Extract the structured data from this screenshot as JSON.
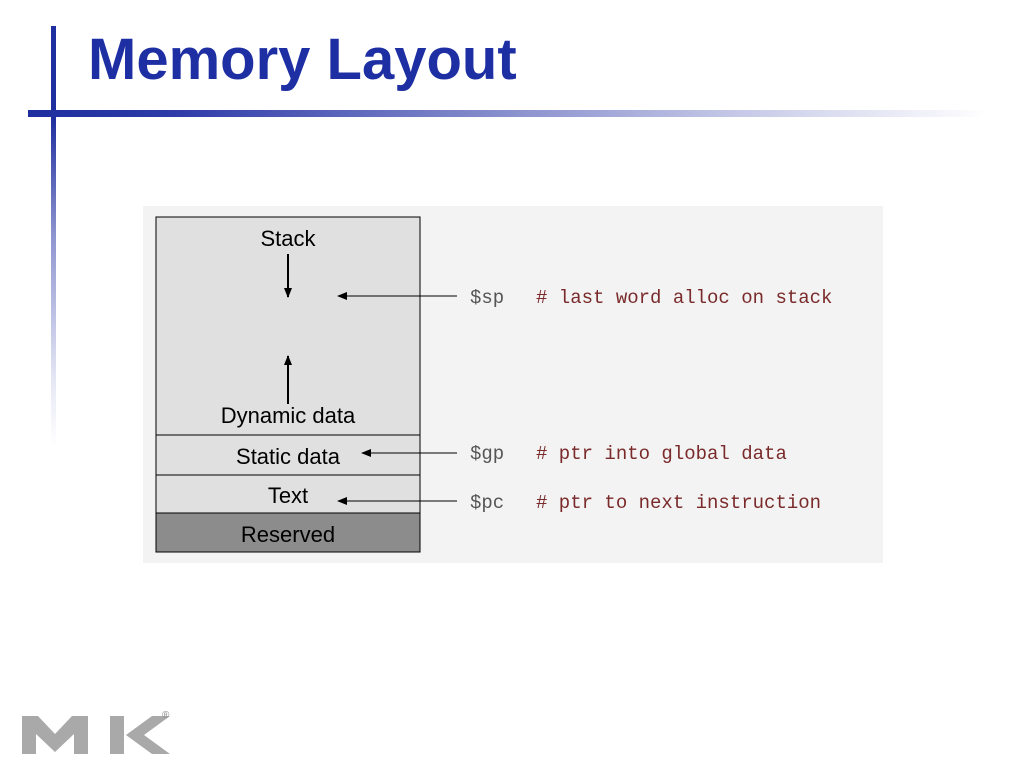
{
  "slide": {
    "title": "Memory Layout"
  },
  "memory_map": {
    "segments": [
      {
        "label": "Stack",
        "fill": "#e0e0e0"
      },
      {
        "label": "Dynamic data",
        "fill": "#e0e0e0"
      },
      {
        "label": "Static data",
        "fill": "#e0e0e0"
      },
      {
        "label": "Text",
        "fill": "#e0e0e0"
      },
      {
        "label": "Reserved",
        "fill": "#8c8c8c"
      }
    ],
    "registers": [
      {
        "name": "$sp",
        "comment": "# last word alloc on stack"
      },
      {
        "name": "$gp",
        "comment": "# ptr into global data"
      },
      {
        "name": "$pc",
        "comment": "# ptr to next instruction"
      }
    ]
  },
  "colors": {
    "title": "#1d2fa3",
    "accent": "#1f2f9f",
    "register_name": "#555555",
    "comment": "#7a2a2a",
    "logo": "#a9a9a9"
  },
  "logo": {
    "icon": "mk-logo-icon",
    "registered_mark": "®"
  }
}
